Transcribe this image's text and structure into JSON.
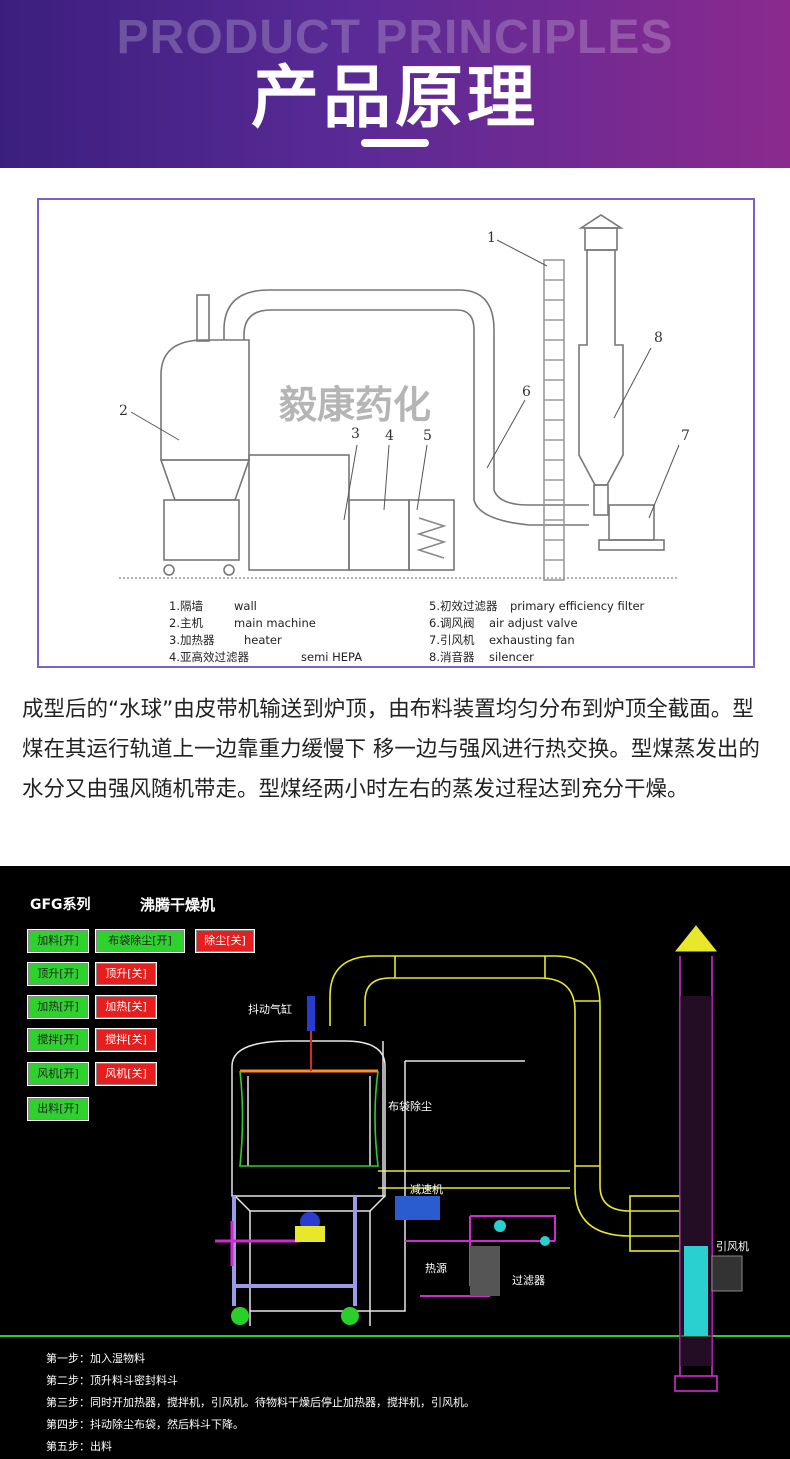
{
  "banner": {
    "bg_en": "PRODUCT PRINCIPLES",
    "title_cn": "产品原理"
  },
  "diagram": {
    "watermark": "毅康药化",
    "callouts": [
      "1",
      "2",
      "3",
      "4",
      "5",
      "6",
      "7",
      "8"
    ],
    "legend": [
      {
        "num": "1.",
        "cn": "隔墙",
        "en": "wall"
      },
      {
        "num": "2.",
        "cn": "主机",
        "en": "main machine"
      },
      {
        "num": "3.",
        "cn": "加热器",
        "en": "heater"
      },
      {
        "num": "4.",
        "cn": "亚高效过滤器",
        "en": "semi HEPA"
      },
      {
        "num": "5.",
        "cn": "初效过滤器",
        "en": "primary efficiency filter"
      },
      {
        "num": "6.",
        "cn": "调风阀",
        "en": "air adjust valve"
      },
      {
        "num": "7.",
        "cn": "引风机",
        "en": "exhausting fan"
      },
      {
        "num": "8.",
        "cn": "消音器",
        "en": "silencer"
      }
    ]
  },
  "description": "成型后的“水球”由皮带机输送到炉顶，由布料装置均匀分布到炉顶全截面。型煤在其运行轨道上一边靠重力缓慢下 移一边与强风进行热交换。型煤蒸发出的水分又由强风随机带走。型煤经两小时左右的蒸发过程达到充分干燥。",
  "scada": {
    "series": "GFG系列",
    "name": "沸腾干燥机",
    "buttons": {
      "feed_on": "加料[开]",
      "bag_on": "布袋除尘[开]",
      "dust_off": "除尘[关]",
      "lift_on": "顶升[开]",
      "lift_off": "顶升[关]",
      "heat_on": "加热[开]",
      "heat_off": "加热[关]",
      "stir_on": "搅拌[开]",
      "stir_off": "搅拌[关]",
      "fan_on": "风机[开]",
      "fan_off": "风机[关]",
      "discharge_on": "出料[开]"
    },
    "labels": {
      "cylinder": "抖动气缸",
      "bag_filter": "布袋除尘",
      "reducer": "减速机",
      "heat_source": "热源",
      "filter": "过滤器",
      "fan": "引风机"
    },
    "steps": [
      "第一步：加入湿物料",
      "第二步：顶升料斗密封料斗",
      "第三步：同时开加热器，搅拌机，引风机。待物料干燥后停止加热器，搅拌机，引风机。",
      "第四步：抖动除尘布袋，然后料斗下降。",
      "第五步：出料"
    ],
    "colors": {
      "on": "#2fd12f",
      "off": "#e61e1e",
      "pipe": "#e8e82a",
      "stack": "#d02ad0"
    }
  }
}
